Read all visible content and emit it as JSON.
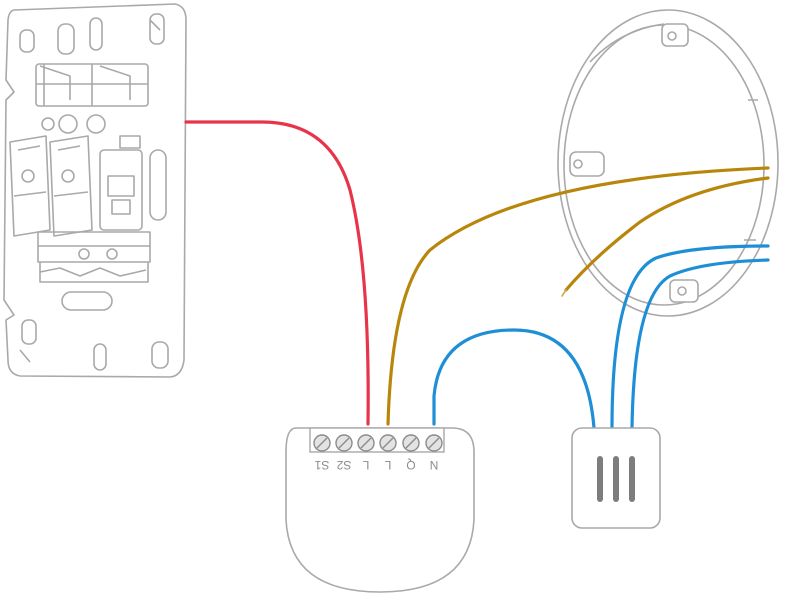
{
  "terminals": {
    "n": "N",
    "q": "Q",
    "l1": "L",
    "l2": "L",
    "s2": "S2",
    "s1": "S1"
  },
  "colors": {
    "outline": "#a9a9a9",
    "outline_dark": "#8c8c8c",
    "red_wire": "#e8344a",
    "brown_wire": "#b8860b",
    "blue_wire": "#1e8fd6",
    "terminal_fill": "#e3e3e3",
    "connector_slot": "#7d7d7d",
    "background": "#ffffff"
  },
  "icons": {
    "switch": "double-rocker-switch-icon",
    "box": "junction-box-icon",
    "module": "relay-module-icon",
    "connector": "wago-connector-icon"
  }
}
